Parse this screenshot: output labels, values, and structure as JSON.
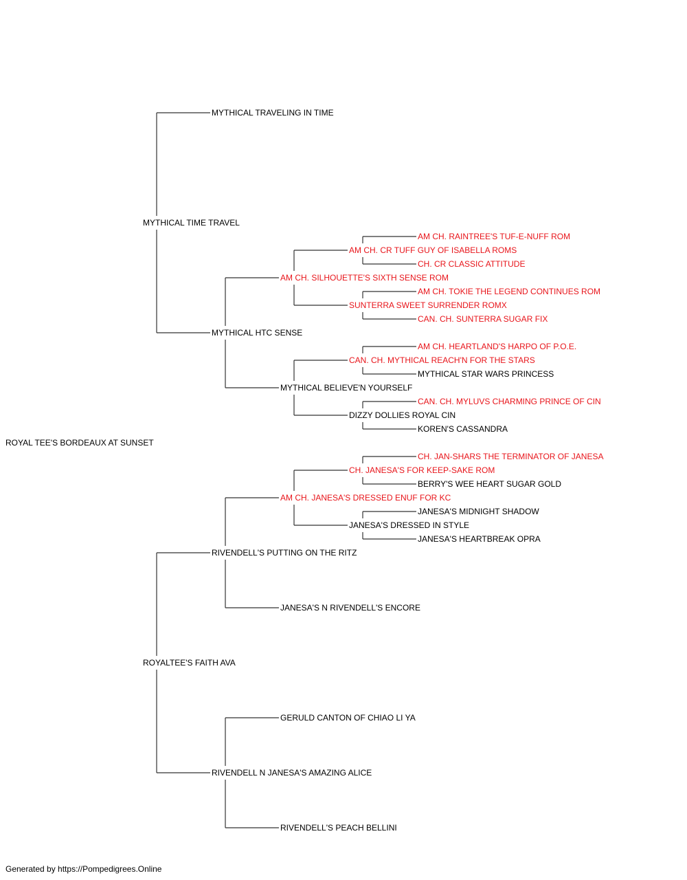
{
  "colors": {
    "champion": "#e8141a",
    "default": "#000000",
    "line": "#333333"
  },
  "pedigree": {
    "subject": {
      "name": "ROYAL TEE'S BORDEAUX AT SUNSET",
      "champion": false
    },
    "sire": {
      "name": "MYTHICAL TIME TRAVEL",
      "champion": false,
      "sire": {
        "name": "MYTHICAL TRAVELING IN TIME",
        "champion": false
      },
      "dam": {
        "name": "MYTHICAL HTC SENSE",
        "champion": false,
        "sire": {
          "name": "AM CH. SILHOUETTE'S SIXTH SENSE ROM",
          "champion": true,
          "sire": {
            "name": "AM CH. CR TUFF GUY OF ISABELLA ROMS",
            "champion": true,
            "sire": {
              "name": "AM CH. RAINTREE'S TUF-E-NUFF ROM",
              "champion": true
            },
            "dam": {
              "name": "CH. CR CLASSIC ATTITUDE",
              "champion": true
            }
          },
          "dam": {
            "name": "SUNTERRA SWEET SURRENDER ROMX",
            "champion": true,
            "sire": {
              "name": "AM CH. TOKIE THE LEGEND CONTINUES ROM",
              "champion": true
            },
            "dam": {
              "name": "CAN. CH. SUNTERRA SUGAR FIX",
              "champion": true
            }
          }
        },
        "dam": {
          "name": "MYTHICAL BELIEVE'N YOURSELF",
          "champion": false,
          "sire": {
            "name": "CAN. CH. MYTHICAL REACH'N FOR THE STARS",
            "champion": true,
            "sire": {
              "name": "AM CH. HEARTLAND'S HARPO OF P.O.E.",
              "champion": true
            },
            "dam": {
              "name": "MYTHICAL STAR WARS PRINCESS",
              "champion": false
            }
          },
          "dam": {
            "name": "DIZZY DOLLIES ROYAL CIN",
            "champion": false,
            "sire": {
              "name": "CAN. CH. MYLUVS CHARMING PRINCE OF CIN",
              "champion": true
            },
            "dam": {
              "name": "KOREN'S CASSANDRA",
              "champion": false
            }
          }
        }
      }
    },
    "dam": {
      "name": "ROYALTEE'S FAITH AVA",
      "champion": false,
      "sire": {
        "name": "RIVENDELL'S PUTTING ON THE RITZ",
        "champion": false,
        "sire": {
          "name": "AM CH. JANESA'S DRESSED ENUF FOR KC",
          "champion": true,
          "sire": {
            "name": "CH. JANESA'S FOR KEEP-SAKE ROM",
            "champion": true,
            "sire": {
              "name": "CH. JAN-SHARS THE TERMINATOR OF JANESA",
              "champion": true
            },
            "dam": {
              "name": "BERRY'S WEE HEART SUGAR GOLD",
              "champion": false
            }
          },
          "dam": {
            "name": "JANESA'S DRESSED IN STYLE",
            "champion": false,
            "sire": {
              "name": "JANESA'S MIDNIGHT SHADOW",
              "champion": false
            },
            "dam": {
              "name": "JANESA'S HEARTBREAK OPRA",
              "champion": false
            }
          }
        },
        "dam": {
          "name": "JANESA'S N RIVENDELL'S ENCORE",
          "champion": false
        }
      },
      "dam": {
        "name": "RIVENDELL N JANESA'S AMAZING ALICE",
        "champion": false,
        "sire": {
          "name": "GERULD CANTON OF CHIAO LI YA",
          "champion": false
        },
        "dam": {
          "name": "RIVENDELL'S PEACH BELLINI",
          "champion": false
        }
      }
    }
  },
  "footer": "Generated by https://Pompedigrees.Online"
}
